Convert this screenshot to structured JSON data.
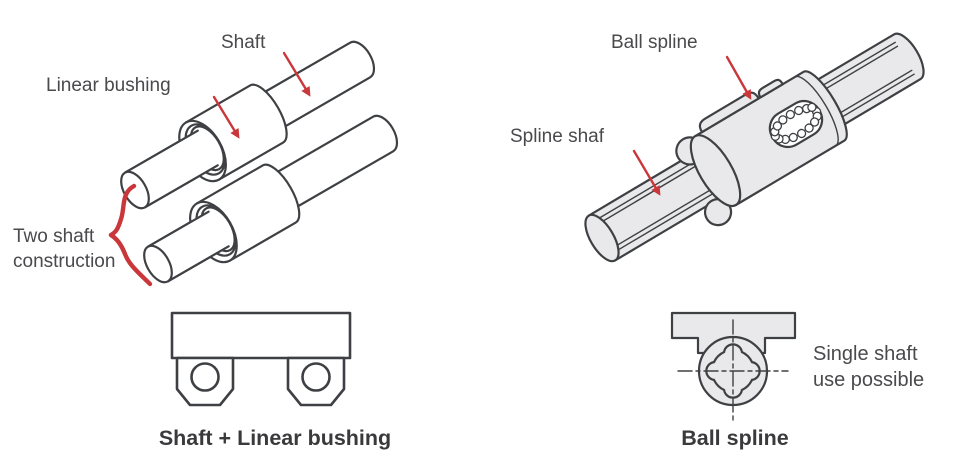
{
  "colors": {
    "line": "#3e4043",
    "red": "#c9373b",
    "gray": "#e9e9eb",
    "text": "#4a4a4d",
    "caption": "#3a3a3c",
    "background": "#ffffff"
  },
  "left": {
    "labels": {
      "shaft": "Shaft",
      "linear_bushing": "Linear bushing",
      "two_shaft": [
        "Two shaft",
        "construction"
      ]
    },
    "caption": "Shaft + Linear bushing"
  },
  "right": {
    "labels": {
      "ball_spline": "Ball spline",
      "spline_shaft": "Spline shaf",
      "single_shaft": [
        "Single shaft",
        "use possible"
      ]
    },
    "caption": "Ball spline"
  }
}
